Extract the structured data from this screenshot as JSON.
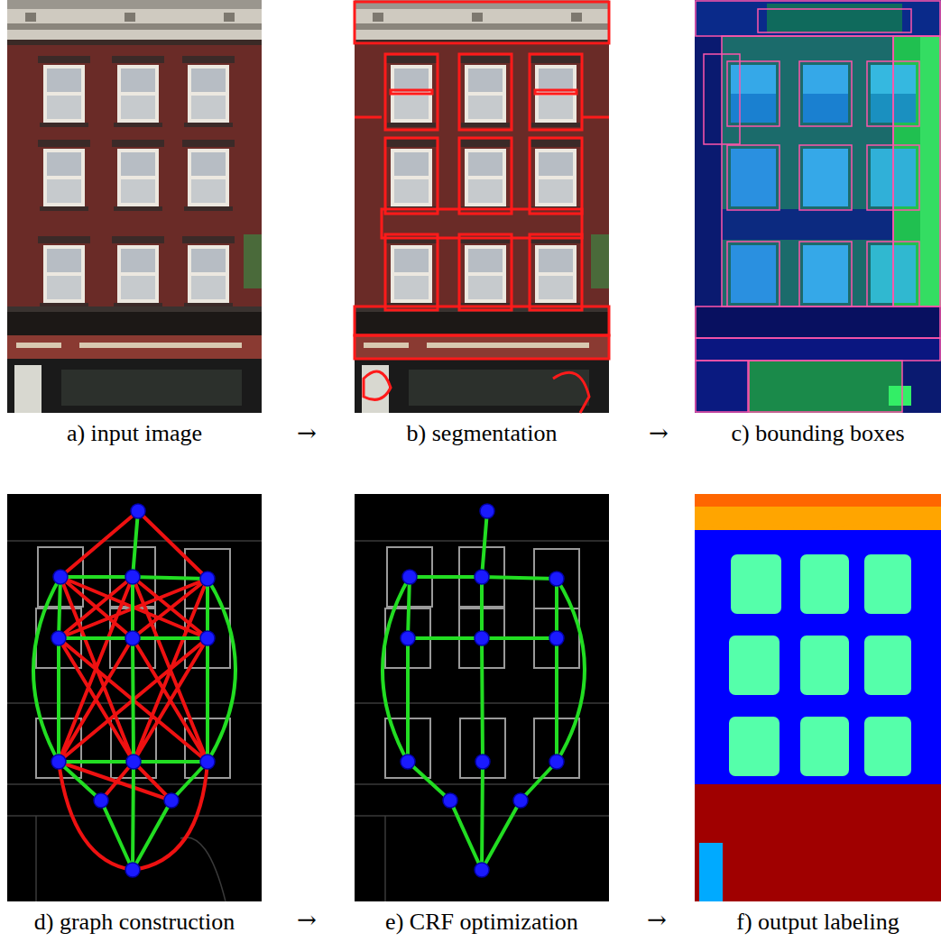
{
  "diagram": {
    "nodes": [
      {
        "text": [
          "a) input image"
        ]
      },
      {
        "text": [
          "b) segmentation"
        ]
      },
      {
        "text": [
          "c) bounding boxes"
        ]
      },
      {
        "text": [
          "d) graph construction"
        ]
      },
      {
        "text": [
          "e) CRF optimization"
        ]
      },
      {
        "text": [
          "f) output labeling"
        ]
      }
    ],
    "labels": [
      "→",
      "→",
      "→",
      "→"
    ]
  }
}
